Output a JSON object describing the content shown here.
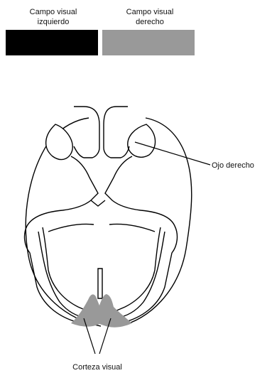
{
  "legend": {
    "left": {
      "label": "Campo visual\nizquierdo",
      "color": "#000000"
    },
    "right": {
      "label": "Campo visual\nderecho",
      "color": "#999999"
    }
  },
  "labels": {
    "right_eye": "Ojo derecho",
    "visual_cortex": "Corteza visual"
  },
  "colors": {
    "outline": "#000000",
    "cortex_fill": "#999999",
    "background": "#ffffff"
  }
}
